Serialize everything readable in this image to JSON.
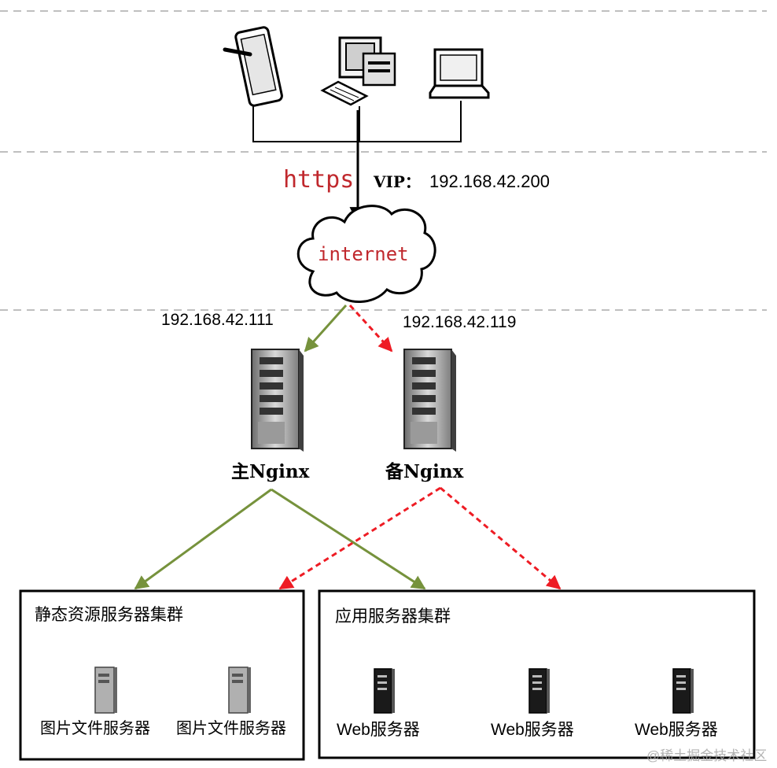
{
  "clients": {
    "tablet": "tablet-icon",
    "desktop": "desktop-computer-icon",
    "laptop": "laptop-icon"
  },
  "protocol_label": "https",
  "vip_label": "VIP：",
  "vip_address": "192.168.42.200",
  "internet_label": "internet",
  "master": {
    "ip": "192.168.42.111",
    "label": "主Nginx"
  },
  "backup": {
    "ip": "192.168.42.119",
    "label": "备Nginx"
  },
  "static_cluster": {
    "title": "静态资源服务器集群",
    "servers": [
      "图片文件服务器",
      "图片文件服务器"
    ]
  },
  "app_cluster": {
    "title": "应用服务器集群",
    "servers": [
      "Web服务器",
      "Web服务器",
      "Web服务器"
    ]
  },
  "watermark": "@稀土掘金技术社区",
  "colors": {
    "primary_arrow": "#76923c",
    "backup_arrow": "#ee1c24",
    "protocol_text": "#c0282d",
    "divider": "#bfbfbf"
  }
}
